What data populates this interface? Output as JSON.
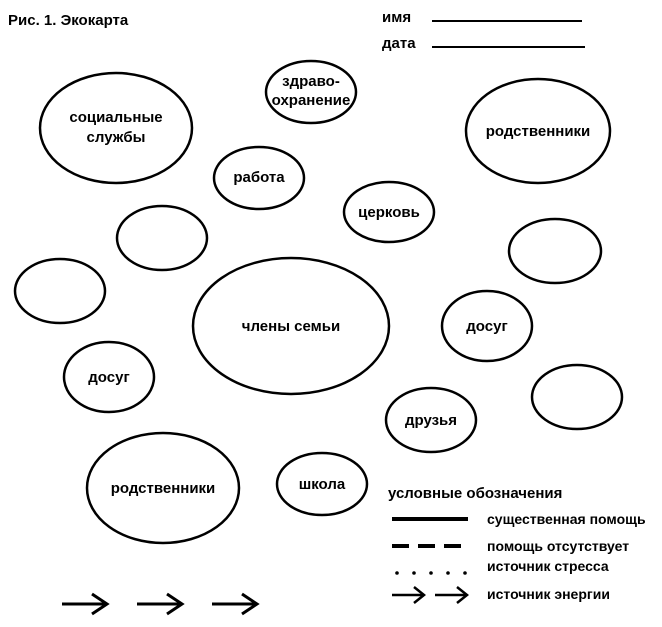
{
  "title": "Рис. 1. Экокарта",
  "form": {
    "name_label": "имя",
    "date_label": "дата"
  },
  "circles": [
    {
      "id": "health",
      "lines": [
        "здраво-",
        "охранение"
      ]
    },
    {
      "id": "social",
      "lines": [
        "социальные",
        "службы"
      ]
    },
    {
      "id": "relatives_right",
      "lines": [
        "родственники"
      ]
    },
    {
      "id": "work",
      "lines": [
        "работа"
      ]
    },
    {
      "id": "church",
      "lines": [
        "церковь"
      ]
    },
    {
      "id": "empty_1",
      "lines": []
    },
    {
      "id": "empty_2",
      "lines": []
    },
    {
      "id": "empty_3",
      "lines": []
    },
    {
      "id": "family",
      "lines": [
        "члены семьи"
      ]
    },
    {
      "id": "leisure_right",
      "lines": [
        "досуг"
      ]
    },
    {
      "id": "leisure_left",
      "lines": [
        "досуг"
      ]
    },
    {
      "id": "empty_4",
      "lines": []
    },
    {
      "id": "friends",
      "lines": [
        "друзья"
      ]
    },
    {
      "id": "relatives_left",
      "lines": [
        "родственники"
      ]
    },
    {
      "id": "school",
      "lines": [
        "школа"
      ]
    }
  ],
  "legend": {
    "title": "условные обозначения",
    "items": [
      {
        "style": "solid",
        "label": "существенная помощь"
      },
      {
        "style": "dashed",
        "label": "помощь отсутствует"
      },
      {
        "style": "dotted",
        "label": "источник стресса"
      },
      {
        "style": "arrows",
        "label": "источник энергии"
      }
    ]
  },
  "bottom_arrows_count": 3,
  "colors": {
    "ink": "#000000",
    "background": "#ffffff"
  }
}
